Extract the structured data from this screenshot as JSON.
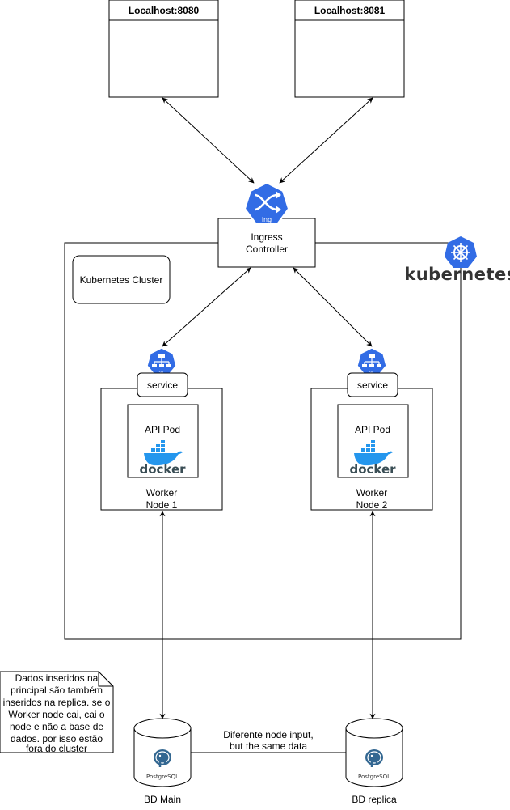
{
  "localhost_boxes": [
    {
      "title": "Localhost:8080"
    },
    {
      "title": "Localhost:8081"
    }
  ],
  "ingress": {
    "icon_label": "ing",
    "label_line1": "Ingress",
    "label_line2": "Controller"
  },
  "cluster": {
    "label": "Kubernetes Cluster",
    "brand_text": "kubernetes"
  },
  "services": [
    {
      "label": "service",
      "icon_label": "svc"
    },
    {
      "label": "service",
      "icon_label": "svc"
    }
  ],
  "workers": [
    {
      "pod_label": "API Pod",
      "docker_text": "docker",
      "node_line1": "Worker",
      "node_line2": "Node 1"
    },
    {
      "pod_label": "API Pod",
      "docker_text": "docker",
      "node_line1": "Worker",
      "node_line2": "Node 2"
    }
  ],
  "note": {
    "lines": [
      "Dados inseridos na",
      "principal são também",
      "inseridos na replica. se o",
      "Worker node cai, cai o",
      "node e não a base de",
      "dados. por isso estão",
      "fora do cluster"
    ]
  },
  "databases": [
    {
      "label": "BD Main",
      "logo_text": "PostgreSQL"
    },
    {
      "label": "BD replica",
      "logo_text": "PostgreSQL"
    }
  ],
  "db_link": {
    "line1": "Diferente node input,",
    "line2": "but the same data"
  },
  "colors": {
    "k8s_blue": "#326ce5",
    "docker_blue": "#2496ed",
    "pg_blue": "#336791",
    "stroke": "#000000"
  }
}
